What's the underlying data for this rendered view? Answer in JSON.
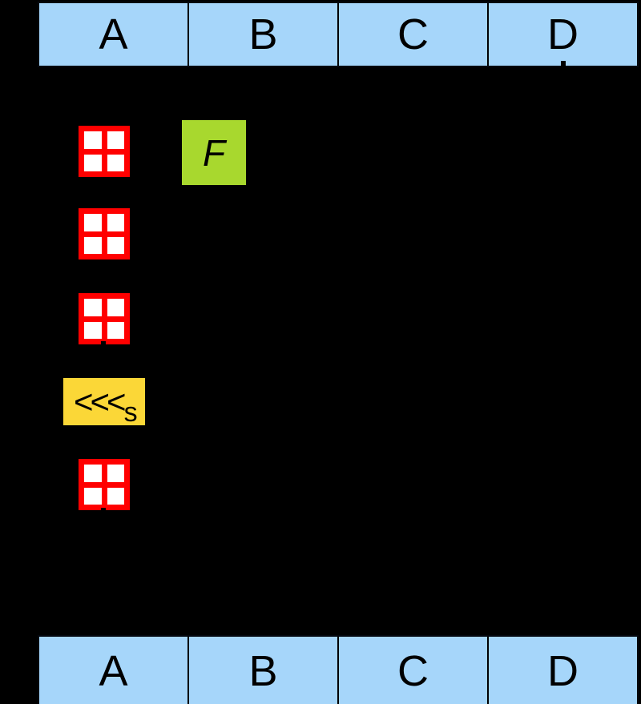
{
  "diagram": {
    "top_row": {
      "cells": [
        {
          "label": "A"
        },
        {
          "label": "B"
        },
        {
          "label": "C"
        },
        {
          "label": "D"
        }
      ]
    },
    "bottom_row": {
      "cells": [
        {
          "label": "A"
        },
        {
          "label": "B"
        },
        {
          "label": "C"
        },
        {
          "label": "D"
        }
      ]
    },
    "f_box": {
      "label": "F"
    },
    "rotate_box": {
      "label": "<<<",
      "subscript": "s"
    },
    "addition_boxes": {
      "count": 4,
      "symbol": "boxed-plus"
    },
    "colors": {
      "state_box": "#a6d6fa",
      "f_box": "#a8d82e",
      "rotate_box": "#fbd737",
      "addition_border": "#ff0000",
      "background": "#000000"
    }
  }
}
